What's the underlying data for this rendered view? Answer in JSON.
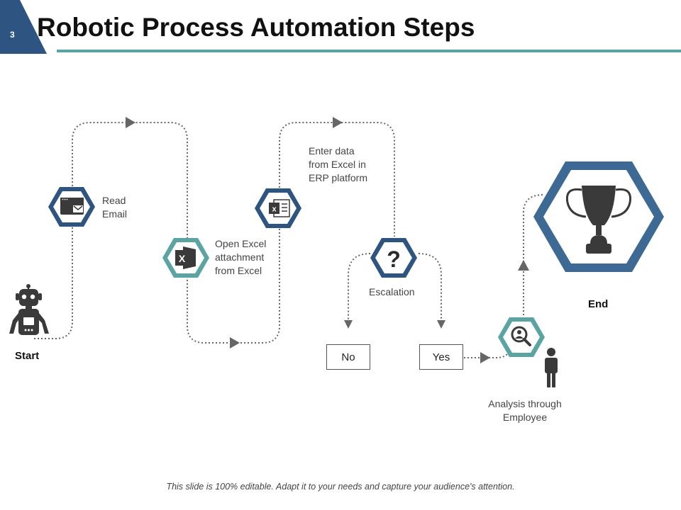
{
  "slide": {
    "number": "3",
    "title": "Robotic Process Automation Steps"
  },
  "steps": {
    "start": "Start",
    "read_email": "Read\nEmail",
    "open_excel": "Open Excel\nattachment\nfrom Excel",
    "enter_data": "Enter data\nfrom Excel in\nERP platform",
    "escalation": "Escalation",
    "no": "No",
    "yes": "Yes",
    "analysis": "Analysis through\nEmployee",
    "end": "End"
  },
  "icons": {
    "question_mark": "?",
    "excel_letter": "X",
    "excel_letter_small": "x"
  },
  "colors": {
    "navy": "#2e5481",
    "teal": "#5aa5a3",
    "dark_gray": "#3a3a3a",
    "trophy_blue": "#3d6a94"
  },
  "footer": "This slide is 100% editable. Adapt it to your needs and capture your audience's attention."
}
